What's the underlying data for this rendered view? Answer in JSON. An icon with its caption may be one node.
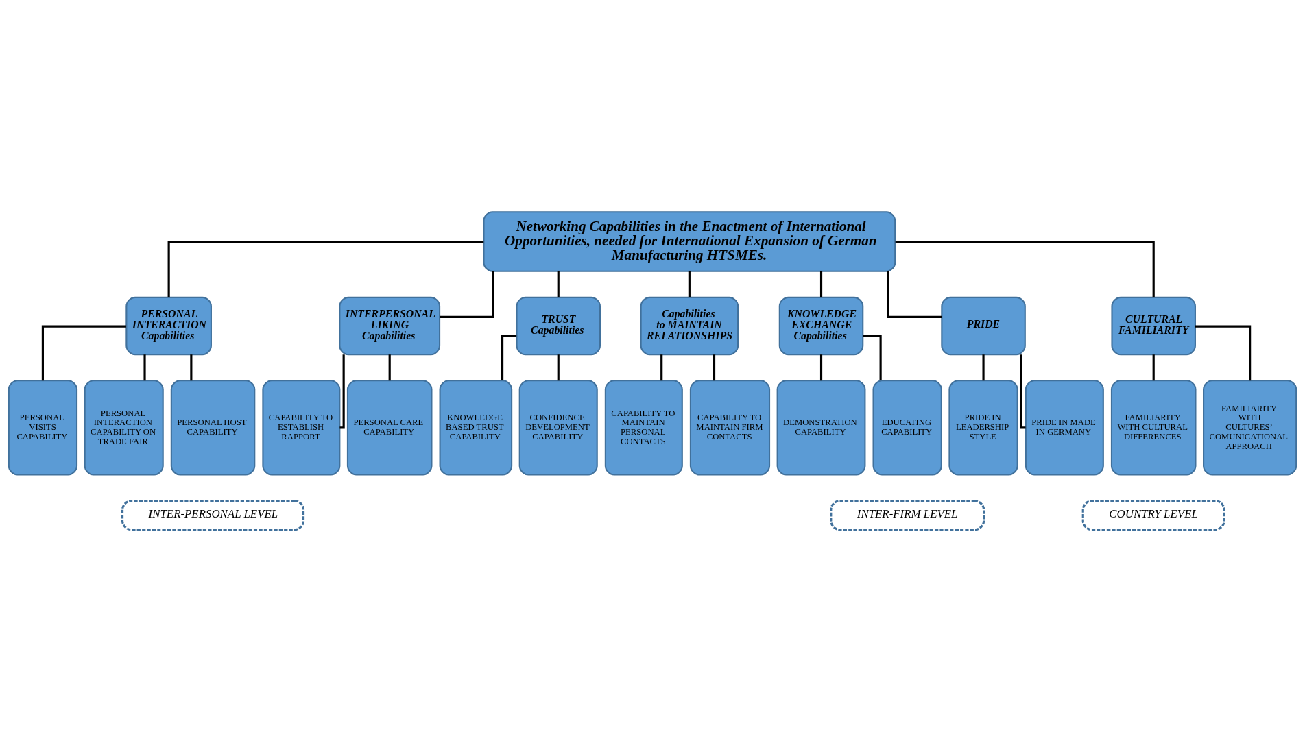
{
  "diagram": {
    "nodes": [
      {
        "text": [
          "Networking Capabilities in the Enactment of International Opportunities, needed for International Expansion of German Manufacturing HTSMEs."
        ]
      },
      {
        "text": [
          "PERSONAL INTERACTION Capabilities"
        ]
      },
      {
        "text": [
          "INTERPERSONAL LIKING Capabilities"
        ]
      },
      {
        "text": [
          "TRUST Capabilities"
        ]
      },
      {
        "text": [
          "Capabilities to MAINTAIN RELATIONSHIPS"
        ]
      },
      {
        "text": [
          "KNOWLEDGE EXCHANGE Capabilities"
        ]
      },
      {
        "text": [
          "PRIDE"
        ]
      },
      {
        "text": [
          "CULTURAL FAMILIARITY"
        ]
      },
      {
        "text": [
          "PERSONAL VISITS CAPABILITY"
        ]
      },
      {
        "text": [
          "PERSONAL INTERACTION CAPABILITY ON TRADE FAIR"
        ]
      },
      {
        "text": [
          "PERSONAL HOST CAPABILITY"
        ]
      },
      {
        "text": [
          "CAPABILITY TO ESTABLISH RAPPORT"
        ]
      },
      {
        "text": [
          "PERSONAL CARE CAPABILITY"
        ]
      },
      {
        "text": [
          "KNOWLEDGE BASED TRUST CAPABILITY"
        ]
      },
      {
        "text": [
          "CONFIDENCE DEVELOPMENT CAPABILITY"
        ]
      },
      {
        "text": [
          "CAPABILITY TO MAINTAIN PERSONAL CONTACTS"
        ]
      },
      {
        "text": [
          "CAPABILITY TO MAINTAIN FIRM CONTACTS"
        ]
      },
      {
        "text": [
          "DEMONSTRATION CAPABILITY"
        ]
      },
      {
        "text": [
          "EDUCATING CAPABILITY"
        ]
      },
      {
        "text": [
          "PRIDE IN LEADERSHIP STYLE"
        ]
      },
      {
        "text": [
          "PRIDE IN MADE IN GERMANY"
        ]
      },
      {
        "text": [
          "FAMILIARITY WITH CULTURAL DIFFERENCES"
        ]
      },
      {
        "text": [
          "FAMILIARITY WITH CULTURES’ COMUNICATIONAL APPROACH"
        ]
      },
      {
        "text": [
          "INTER-PERSONAL LEVEL"
        ]
      },
      {
        "text": [
          "INTER-FIRM LEVEL"
        ]
      },
      {
        "text": [
          "COUNTRY LEVEL"
        ]
      }
    ],
    "edges": [
      {
        "from": 0,
        "to": 1,
        "arrow": "none"
      },
      {
        "from": 0,
        "to": 2,
        "arrow": "none"
      },
      {
        "from": 0,
        "to": 3,
        "arrow": "none"
      },
      {
        "from": 0,
        "to": 4,
        "arrow": "none"
      },
      {
        "from": 0,
        "to": 5,
        "arrow": "none"
      },
      {
        "from": 0,
        "to": 6,
        "arrow": "none"
      },
      {
        "from": 0,
        "to": 7,
        "arrow": "none"
      },
      {
        "from": 1,
        "to": 8,
        "arrow": "none"
      },
      {
        "from": 1,
        "to": 9,
        "arrow": "none"
      },
      {
        "from": 1,
        "to": 10,
        "arrow": "none"
      },
      {
        "from": 2,
        "to": 11,
        "arrow": "none"
      },
      {
        "from": 2,
        "to": 12,
        "arrow": "none"
      },
      {
        "from": 3,
        "to": 13,
        "arrow": "none"
      },
      {
        "from": 3,
        "to": 14,
        "arrow": "none"
      },
      {
        "from": 4,
        "to": 15,
        "arrow": "none"
      },
      {
        "from": 4,
        "to": 16,
        "arrow": "none"
      },
      {
        "from": 5,
        "to": 17,
        "arrow": "none"
      },
      {
        "from": 5,
        "to": 18,
        "arrow": "none"
      },
      {
        "from": 6,
        "to": 19,
        "arrow": "none"
      },
      {
        "from": 6,
        "to": 20,
        "arrow": "none"
      },
      {
        "from": 7,
        "to": 21,
        "arrow": "none"
      },
      {
        "from": 7,
        "to": 22,
        "arrow": "none"
      }
    ]
  }
}
